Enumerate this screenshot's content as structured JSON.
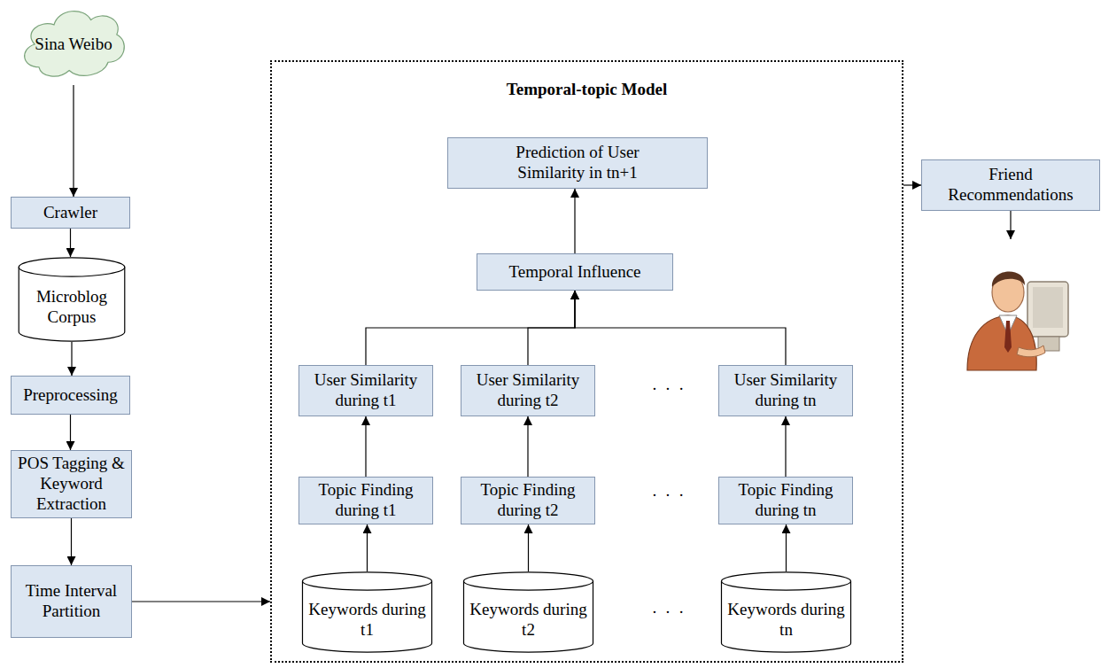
{
  "diagram": {
    "nodes": [
      {
        "text": [
          "Sina Weibo"
        ]
      },
      {
        "text": [
          "Crawler"
        ]
      },
      {
        "text": [
          "Microblog Corpus"
        ]
      },
      {
        "text": [
          "Preprocessing"
        ]
      },
      {
        "text": [
          "POS Tagging & Keyword Extraction"
        ]
      },
      {
        "text": [
          "Time Interval Partition"
        ]
      },
      {
        "text": [
          "Temporal-topic Model"
        ]
      },
      {
        "text": [
          "Prediction of User Similarity in tn+1"
        ],
        "in": 6
      },
      {
        "text": [
          "Temporal Influence"
        ],
        "in": 6
      },
      {
        "text": [
          "User Similarity during t1"
        ],
        "in": 6
      },
      {
        "text": [
          "User Similarity during t2"
        ],
        "in": 6
      },
      {
        "text": [
          "User Similarity during tn"
        ],
        "in": 6
      },
      {
        "text": [
          "Topic Finding during t1"
        ],
        "in": 6
      },
      {
        "text": [
          "Topic Finding during t2"
        ],
        "in": 6
      },
      {
        "text": [
          "Topic Finding during tn"
        ],
        "in": 6
      },
      {
        "text": [
          "Keywords during t1"
        ],
        "in": 6
      },
      {
        "text": [
          "Keywords during t2"
        ],
        "in": 6
      },
      {
        "text": [
          "Keywords during tn"
        ],
        "in": 6
      },
      {
        "text": [
          "Friend Recommendations"
        ]
      }
    ],
    "edges": [
      {
        "from": 0,
        "to": 1,
        "arrow": "to"
      },
      {
        "from": 1,
        "to": 2,
        "arrow": "to"
      },
      {
        "from": 2,
        "to": 3,
        "arrow": "to"
      },
      {
        "from": 3,
        "to": 4,
        "arrow": "to"
      },
      {
        "from": 4,
        "to": 5,
        "arrow": "to"
      },
      {
        "from": 5,
        "to": 6,
        "arrow": "to"
      },
      {
        "from": 15,
        "to": 12,
        "arrow": "to"
      },
      {
        "from": 16,
        "to": 13,
        "arrow": "to"
      },
      {
        "from": 17,
        "to": 14,
        "arrow": "to"
      },
      {
        "from": 12,
        "to": 9,
        "arrow": "to"
      },
      {
        "from": 13,
        "to": 10,
        "arrow": "to"
      },
      {
        "from": 14,
        "to": 11,
        "arrow": "to"
      },
      {
        "from": 9,
        "to": 8,
        "arrow": "to"
      },
      {
        "from": 10,
        "to": 8,
        "arrow": "to"
      },
      {
        "from": 11,
        "to": 8,
        "arrow": "to"
      },
      {
        "from": 8,
        "to": 7,
        "arrow": "to"
      },
      {
        "from": 6,
        "to": 18,
        "arrow": "to"
      }
    ],
    "labels": [
      "· · ·",
      "· · ·",
      "· · ·"
    ]
  }
}
